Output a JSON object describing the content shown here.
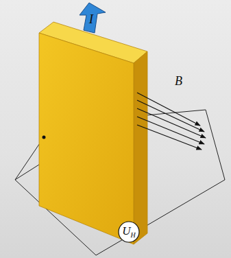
{
  "diagram": {
    "nodes": [
      {
        "text": [
          "I"
        ]
      },
      {
        "text": [
          "U",
          "H"
        ]
      }
    ],
    "labels": [
      "B"
    ]
  }
}
